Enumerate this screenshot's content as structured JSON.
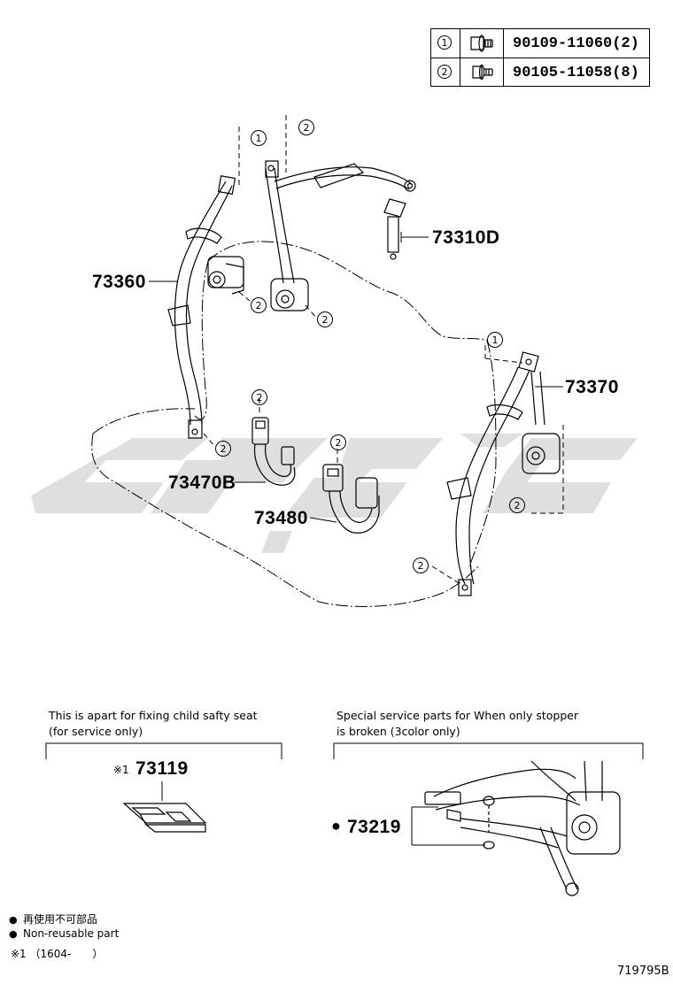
{
  "fastener_table": {
    "rows": [
      {
        "key": "1",
        "part": "90109-11060(2)",
        "icon": "bolt-with-washer-icon"
      },
      {
        "key": "2",
        "part": "90105-11058(8)",
        "icon": "flange-bolt-icon"
      }
    ]
  },
  "parts": {
    "p73360": "73360",
    "p73310D": "73310D",
    "p73370": "73370",
    "p73470B": "73470B",
    "p73480": "73480",
    "p73119": "73119",
    "p73219": "73219"
  },
  "callouts": {
    "one": "1",
    "two": "2"
  },
  "note_left": {
    "line1": "This is apart for fixing child safty seat",
    "line2": "(for service only)",
    "mark": "※1"
  },
  "note_right": {
    "line1": "Special service parts for When only stopper",
    "line2": "is broken (3color only)",
    "mark": "●"
  },
  "legend": {
    "line1": "再使用不可部品",
    "line2": "Non-reusable part",
    "line3": "※1 （1604-　　）"
  },
  "figure_id": "719795B",
  "colors": {
    "line": "#000000",
    "watermark": "#d6d6d6",
    "background": "#ffffff"
  }
}
